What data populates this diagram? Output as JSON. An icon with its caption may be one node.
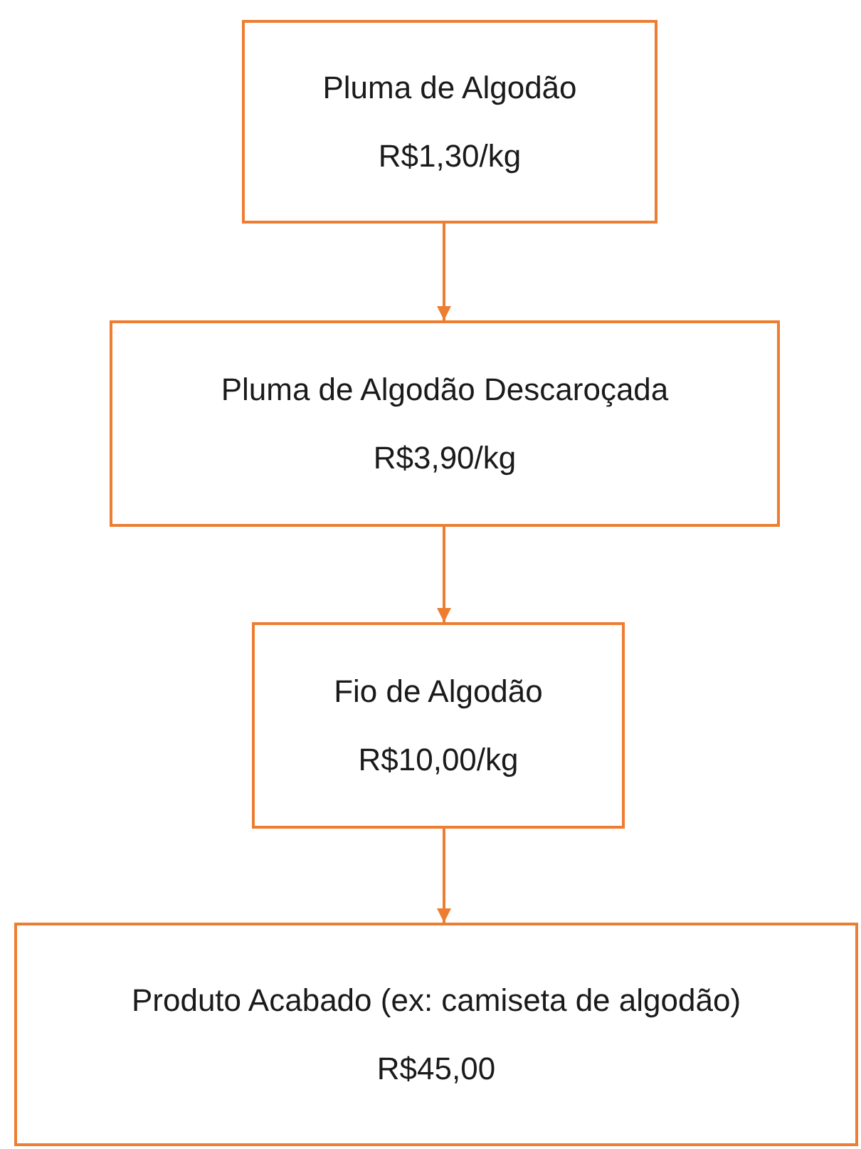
{
  "diagram": {
    "nodes": [
      {
        "text": [
          "Pluma de Algodão",
          "R$1,30/kg"
        ]
      },
      {
        "text": [
          "Pluma de Algodão Descaroçada",
          "R$3,90/kg"
        ]
      },
      {
        "text": [
          "Fio de Algodão",
          "R$10,00/kg"
        ]
      },
      {
        "text": [
          "Produto Acabado (ex: camiseta de algodão)",
          "R$45,00"
        ]
      }
    ],
    "edges": [
      {
        "from": 0,
        "to": 1,
        "arrow": "to"
      },
      {
        "from": 1,
        "to": 2,
        "arrow": "to"
      },
      {
        "from": 2,
        "to": 3,
        "arrow": "to"
      }
    ]
  }
}
